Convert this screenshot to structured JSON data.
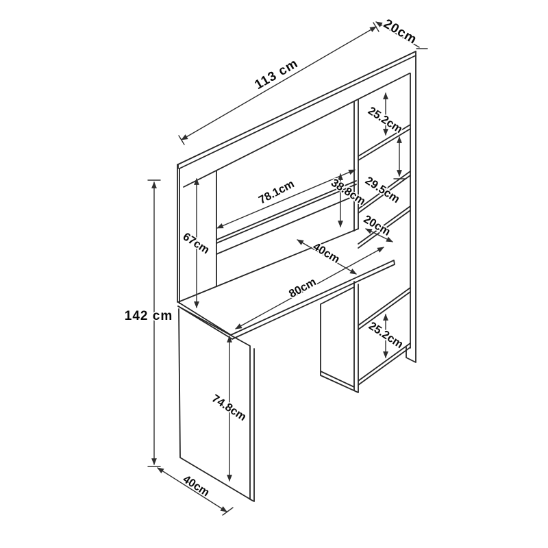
{
  "diagram": {
    "type": "furniture-dimension-drawing",
    "subject": "desk-with-hutch-and-side-shelves",
    "background_color": "#ffffff",
    "line_color": "#262626",
    "label_color": "#0a0a0a"
  },
  "dimensions": {
    "overall_width": "113 cm",
    "top_depth": "20cm",
    "overall_height": "142 cm",
    "hutch_height": "67cm",
    "hutch_inner_width": "78.1cm",
    "hutch_inner_height": "38.8cm",
    "desk_depth": "40cm",
    "desk_width": "80cm",
    "shelf_gap_top": "25.2cm",
    "shelf_gap_second": "29.5cm",
    "shelf_gap_third": "20cm",
    "shelf_gap_bottom": "25.2cm",
    "desk_clearance_height": "74.8cm",
    "base_depth": "40cm"
  }
}
